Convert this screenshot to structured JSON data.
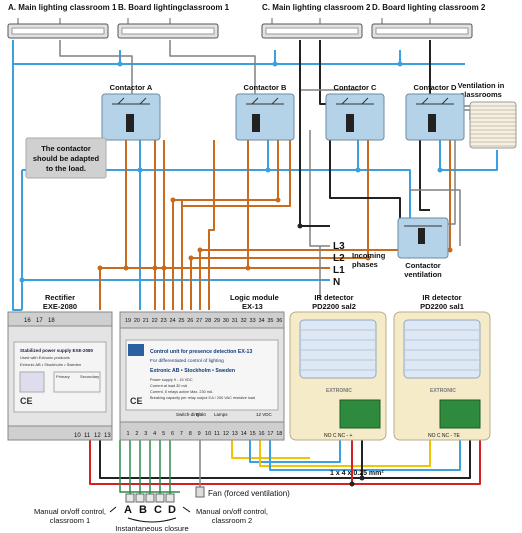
{
  "labels": {
    "lamp_a": "A. Main lighting classroom 1",
    "lamp_b": "B. Board lightingclassroom 1",
    "lamp_c": "C. Main lighting classroom 2",
    "lamp_d": "D. Board lighting classroom 2",
    "ventilation_1": "Ventilation in",
    "ventilation_2": "classrooms",
    "contactor_a": "Contactor A",
    "contactor_b": "Contactor B",
    "contactor_c": "Contactor C",
    "contactor_d": "Contactor D",
    "contactor_vent_1": "Contactor",
    "contactor_vent_2": "ventilation",
    "note_1": "The contactor",
    "note_2": "should be adapted",
    "note_3": "to the load.",
    "phase_l3": "L3",
    "phase_l2": "L2",
    "phase_l1": "L1",
    "neutral": "N",
    "incoming_1": "Incoming",
    "incoming_2": "phases",
    "rectifier_1": "Rectifier",
    "rectifier_2": "EXE-2080",
    "logic_1": "Logic module",
    "logic_2": "EX-13",
    "ir2_1": "IR detector",
    "ir2_2": "PD2200 sal2",
    "ir1_1": "IR detector",
    "ir1_2": "PD2200 sal1",
    "cable": "1 x 4 x 0.25 mm²",
    "fan": "Fan  (forced ventilation)",
    "manual1_1": "Manual on/off control,",
    "manual1_2": "classroom 1",
    "manual2_1": "Manual on/off control,",
    "manual2_2": "classroom 2",
    "instantaneous": "Instantaneous closure",
    "btn_a": "A",
    "btn_b": "B",
    "btn_c": "C",
    "btn_d": "D"
  },
  "ex13": {
    "title": "Control unit for presence detection EX-13",
    "subtitle": "For differentiated control of lighting",
    "company": "Extronic AB  •  Stockholm  •  Sweden",
    "spec1": "Power supply          9 - 15 VDC",
    "spec2": "Current at load         30 mA",
    "spec3": "Current, 5 relays active   Max. 230 mA",
    "spec4": "Breaking capacity per relay output  5 A / 250 VAC resistive load",
    "label_lights": "Lamps",
    "label_switch": "Switch-ding",
    "label_fan": "Fläkt",
    "label_vdc": "12 VDC",
    "top_terminals": [
      "19",
      "20",
      "21",
      "22",
      "23",
      "24",
      "25",
      "26",
      "27",
      "28",
      "29",
      "30",
      "31",
      "32",
      "33",
      "34",
      "35",
      "36"
    ],
    "bottom_terminals": [
      "1",
      "2",
      "3",
      "4",
      "5",
      "6",
      "7",
      "8",
      "9",
      "10",
      "11",
      "12",
      "13",
      "14",
      "15",
      "16",
      "17",
      "18"
    ]
  },
  "exe2080": {
    "line1": "Stabilized power supply EXE-2080",
    "line2": "Used with Extronic products",
    "line3": "Extronic AB • Stockholm • Sweden",
    "primary": "Primary",
    "secondary": "Secondary",
    "top_terminals": [
      "16",
      "17",
      "18"
    ],
    "bottom_terminals": [
      "10",
      "11",
      "12",
      "13"
    ]
  },
  "detector": {
    "brand": "EXTRONIC",
    "terminals": "NO C NC  -  +",
    "terminals2": "NO C NC  -  TE"
  },
  "colors": {
    "blue_wire": "#3aa0e0",
    "brown_wire": "#c96a1c",
    "black_wire": "#222222",
    "gray_wire": "#808080",
    "red_wire": "#d42020",
    "yellow_wire": "#f0c400",
    "contactor_fill": "#b4d3e8",
    "module_fill": "#e4e4e4",
    "detector_fill": "#f5ebc8",
    "note_fill": "#d0d0d0"
  }
}
